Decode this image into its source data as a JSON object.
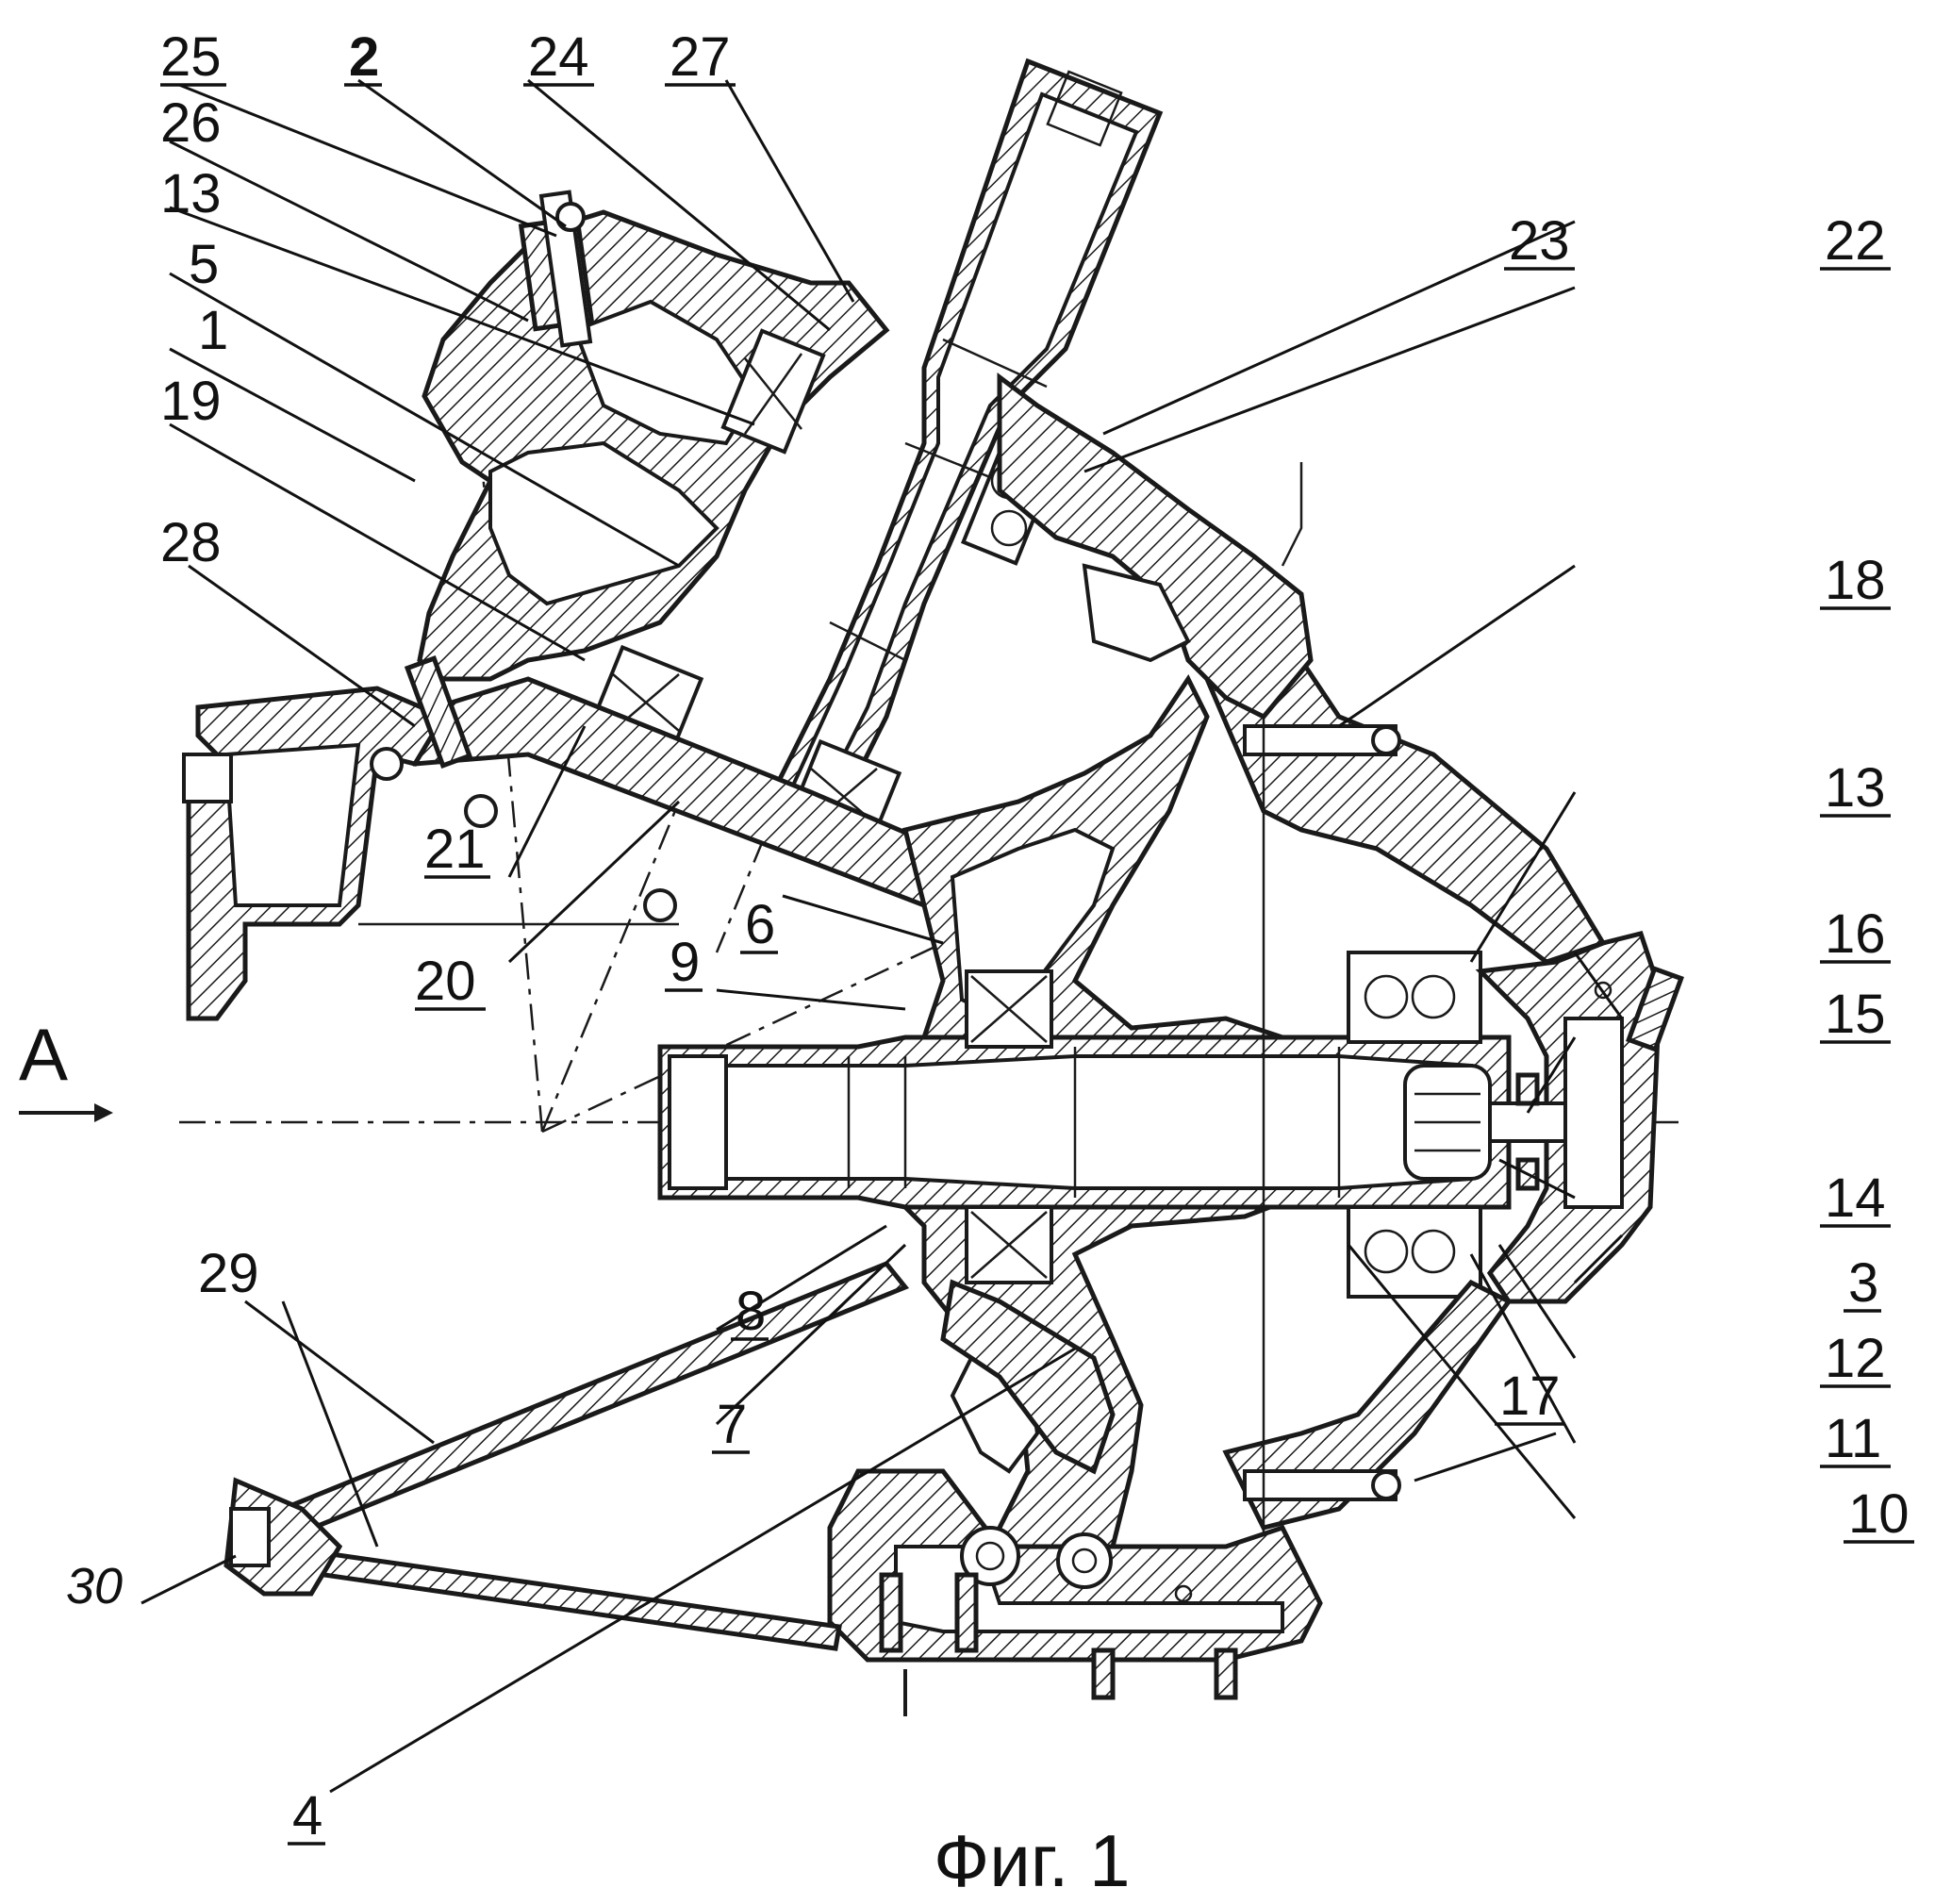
{
  "figure": {
    "caption": "Фиг. 1",
    "view_marker": "A",
    "labels": {
      "l25": "25",
      "l2": "2",
      "l24": "24",
      "l27": "27",
      "l26": "26",
      "l13a": "13",
      "l5": "5",
      "l1": "1",
      "l19": "19",
      "l28": "28",
      "l23": "23",
      "l22": "22",
      "l18": "18",
      "l13b": "13",
      "l16": "16",
      "l15": "15",
      "l14": "14",
      "l3": "3",
      "l12": "12",
      "l11": "11",
      "l10": "10",
      "l17": "17",
      "l21": "21",
      "l20": "20",
      "l9": "9",
      "l6": "6",
      "l8": "8",
      "l7": "7",
      "l29": "29",
      "l30": "30",
      "l4": "4"
    }
  }
}
